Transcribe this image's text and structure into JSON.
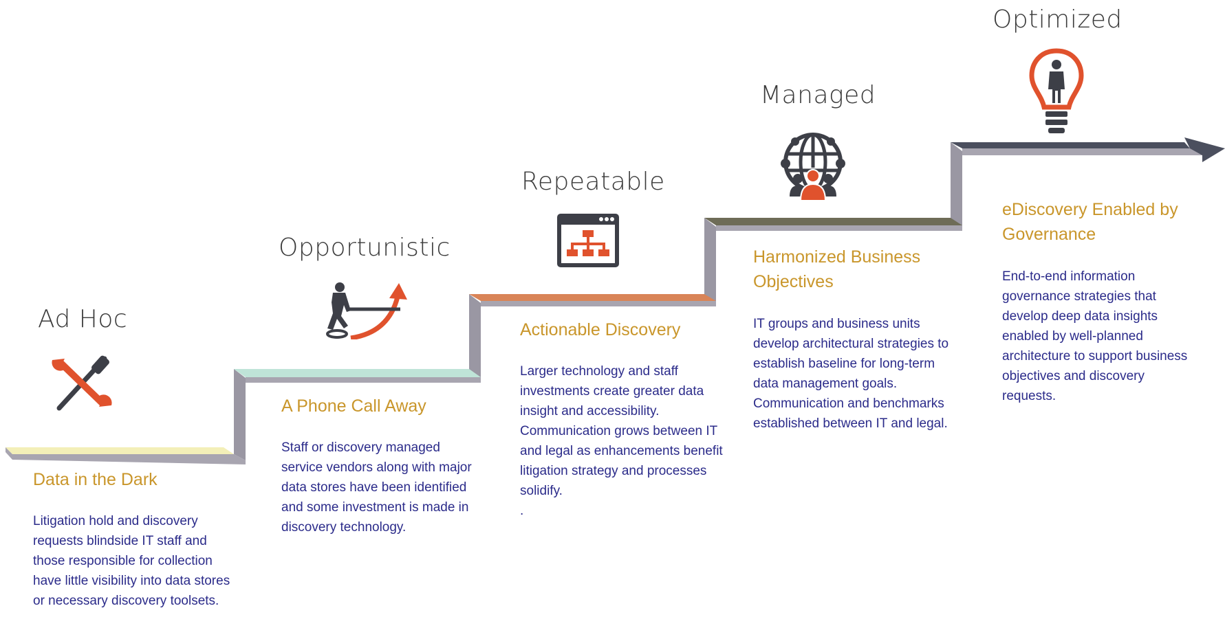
{
  "colors": {
    "heading": "#c9962b",
    "description": "#2b2b8a",
    "level_name": "#3a3a3a",
    "icon_accent": "#e0522d",
    "icon_dark": "#3d3f47",
    "step_1": "#f3efb8",
    "step_2": "#bfe4d8",
    "step_3": "#d98457",
    "step_4": "#6e6c57",
    "step_5": "#4b4f5e",
    "riser": "#9a97a3"
  },
  "stages": [
    {
      "level": "Ad Hoc",
      "icon": "wrench-screwdriver-icon",
      "heading": "Data in the Dark",
      "description": "Litigation hold and discovery requests blindside IT staff and those responsible for collection  have little visibility  into data stores or necessary discovery toolsets."
    },
    {
      "level": "Opportunistic",
      "icon": "person-pulling-arrow-icon",
      "heading": "A Phone Call Away",
      "description": "Staff or discovery managed service vendors along with major data stores have been identified and some investment is made in discovery technology."
    },
    {
      "level": "Repeatable",
      "icon": "org-chart-window-icon",
      "heading": "Actionable Discovery",
      "description": "Larger technology and staff investments create greater data insight and accessibility. Communication grows between IT and legal  as enhancements benefit litigation strategy and processes solidify.\n."
    },
    {
      "level": "Managed",
      "icon": "globe-network-people-icon",
      "heading": "Harmonized Business Objectives",
      "description": "IT groups and business units develop architectural strategies to  establish baseline for long-term data management goals. Communication  and benchmarks established between IT and legal."
    },
    {
      "level": "Optimized",
      "icon": "lightbulb-person-icon",
      "heading": "eDiscovery Enabled by Governance",
      "description": "End-to-end information governance strategies that develop deep data insights enabled by well-planned architecture to support business objectives and discovery requests."
    }
  ]
}
